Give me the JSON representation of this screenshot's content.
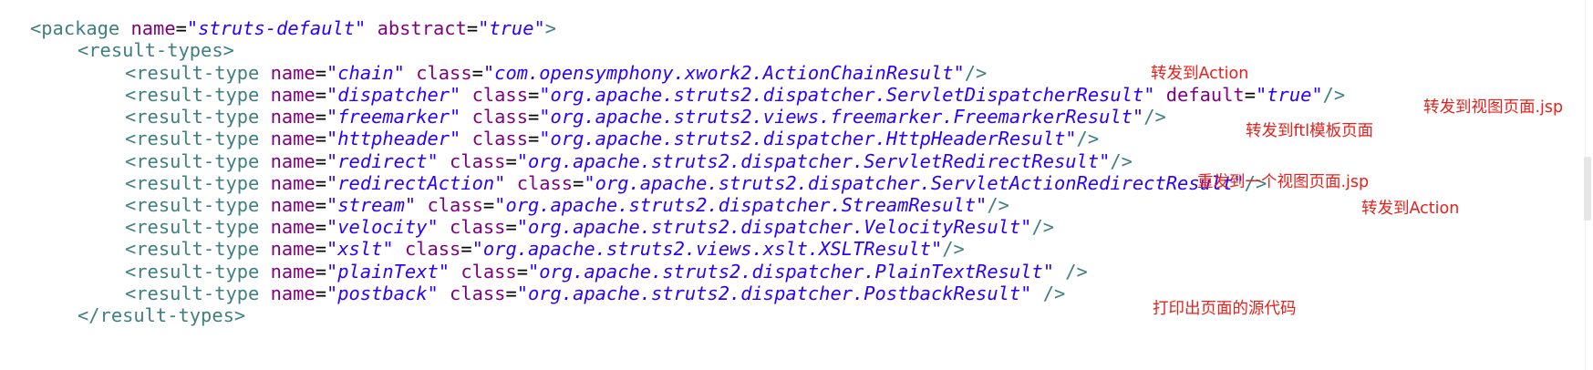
{
  "colors": {
    "tag": "#3f7f7f",
    "attribute": "#7f007f",
    "value": "#2a00ff",
    "annotation": "#e8201c",
    "background": "#ffffff"
  },
  "code": {
    "package_open": {
      "open": "<package",
      "name_attr": " name",
      "name_eq": "=",
      "name_val": "\"struts-default\"",
      "abstract_attr": " abstract",
      "abstract_eq": "=",
      "abstract_val": "\"true\"",
      "close": ">"
    },
    "result_types_open": "<result-types>",
    "result_types_close": "</result-types>",
    "result_types": [
      {
        "open": "<result-type",
        "name_attr": " name",
        "eq1": "=",
        "name": "\"chain\"",
        "class_attr": " class",
        "eq2": "=",
        "class": "\"com.opensymphony.xwork2.ActionChainResult\"",
        "close": "/>"
      },
      {
        "open": "<result-type",
        "name_attr": " name",
        "eq1": "=",
        "name": "\"dispatcher\"",
        "class_attr": " class",
        "eq2": "=",
        "class": "\"org.apache.struts2.dispatcher.ServletDispatcherResult\"",
        "default_attr": " default",
        "eq3": "=",
        "default": "\"true\"",
        "close": "/>"
      },
      {
        "open": "<result-type",
        "name_attr": " name",
        "eq1": "=",
        "name": "\"freemarker\"",
        "class_attr": " class",
        "eq2": "=",
        "class": "\"org.apache.struts2.views.freemarker.FreemarkerResult\"",
        "close": "/>"
      },
      {
        "open": "<result-type",
        "name_attr": " name",
        "eq1": "=",
        "name": "\"httpheader\"",
        "class_attr": " class",
        "eq2": "=",
        "class": "\"org.apache.struts2.dispatcher.HttpHeaderResult\"",
        "close": "/>"
      },
      {
        "open": "<result-type",
        "name_attr": " name",
        "eq1": "=",
        "name": "\"redirect\"",
        "class_attr": " class",
        "eq2": "=",
        "class": "\"org.apache.struts2.dispatcher.ServletRedirectResult\"",
        "close": "/>"
      },
      {
        "open": "<result-type",
        "name_attr": " name",
        "eq1": "=",
        "name": "\"redirectAction\"",
        "class_attr": " class",
        "eq2": "=",
        "class": "\"org.apache.struts2.dispatcher.ServletActionRedirectResult\"",
        "close": "/>"
      },
      {
        "open": "<result-type",
        "name_attr": " name",
        "eq1": "=",
        "name": "\"stream\"",
        "class_attr": " class",
        "eq2": "=",
        "class": "\"org.apache.struts2.dispatcher.StreamResult\"",
        "close": "/>"
      },
      {
        "open": "<result-type",
        "name_attr": " name",
        "eq1": "=",
        "name": "\"velocity\"",
        "class_attr": " class",
        "eq2": "=",
        "class": "\"org.apache.struts2.dispatcher.VelocityResult\"",
        "close": "/>"
      },
      {
        "open": "<result-type",
        "name_attr": " name",
        "eq1": "=",
        "name": "\"xslt\"",
        "class_attr": " class",
        "eq2": "=",
        "class": "\"org.apache.struts2.views.xslt.XSLTResult\"",
        "close": "/>"
      },
      {
        "open": "<result-type",
        "name_attr": " name",
        "eq1": "=",
        "name": "\"plainText\"",
        "class_attr": " class",
        "eq2": "=",
        "class": "\"org.apache.struts2.dispatcher.PlainTextResult\"",
        "close": " />"
      },
      {
        "open": "<result-type",
        "name_attr": " name",
        "eq1": "=",
        "name": "\"postback\"",
        "class_attr": " class",
        "eq2": "=",
        "class": "\"org.apache.struts2.dispatcher.PostbackResult\"",
        "close": " />"
      }
    ]
  },
  "annotations": {
    "chain": "转发到Action",
    "dispatcher": "转发到视图页面.jsp",
    "freemarker": "转发到ftl模板页面",
    "redirect": "重发到一个视图页面.jsp",
    "redirect_action": "转发到Action",
    "plain_text": "打印出页面的源代码"
  }
}
